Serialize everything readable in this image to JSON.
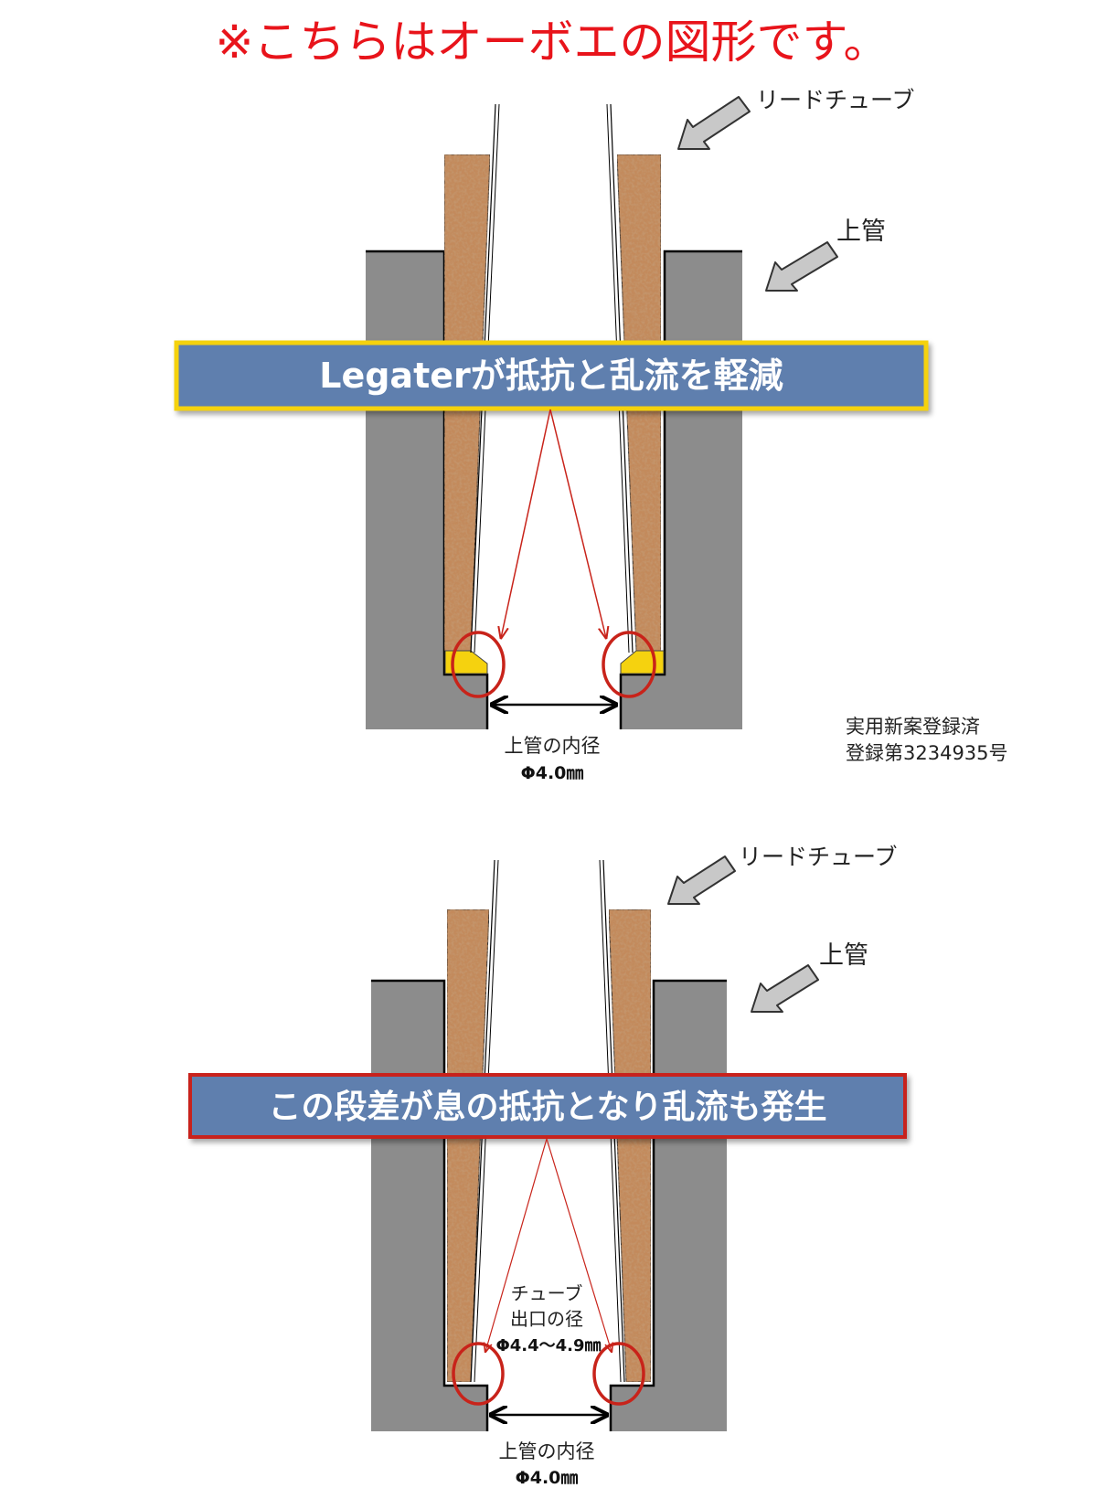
{
  "title": "※こちらはオーボエの図形です。",
  "colors": {
    "title": "#e8141b",
    "gray": "#8c8c8c",
    "cork": "#c38a5c",
    "banner": "#5f7fae",
    "yellow": "#f5d20f",
    "red": "#c8231a"
  },
  "top_diagram": {
    "reed_tube_label": "リードチューブ",
    "upper_joint_label": "上管",
    "banner_text": "Legaterが抵抗と乱流を軽減",
    "bore_label": "上管の内径",
    "bore_value": "Φ4.0㎜",
    "patent_line1": "実用新案登録済",
    "patent_line2": "登録第3234935号"
  },
  "bottom_diagram": {
    "reed_tube_label": "リードチューブ",
    "upper_joint_label": "上管",
    "banner_text": "この段差が息の抵抗となり乱流も発生",
    "tube_exit_line1": "チューブ",
    "tube_exit_line2": "出口の径",
    "tube_exit_value": "Φ4.4〜4.9㎜",
    "bore_label": "上管の内径",
    "bore_value": "Φ4.0㎜"
  }
}
